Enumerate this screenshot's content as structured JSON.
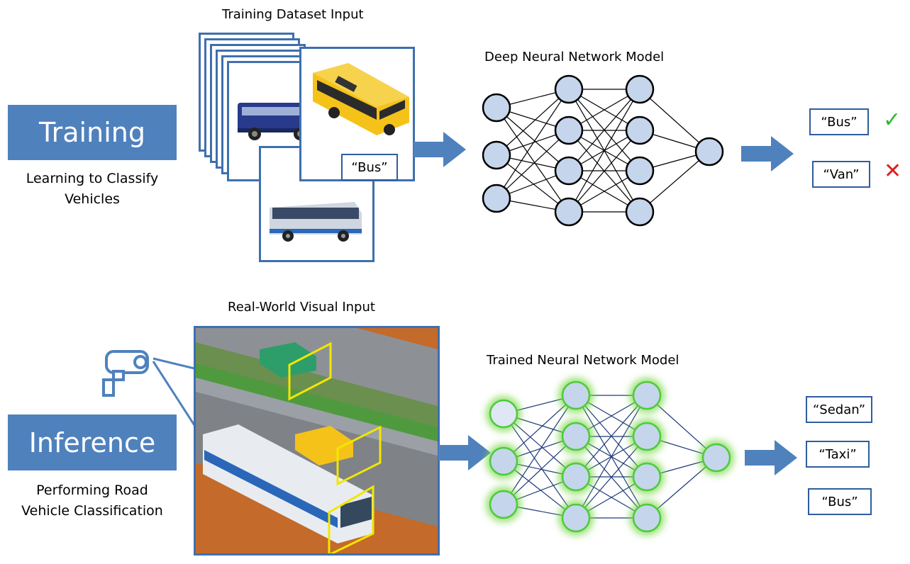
{
  "training": {
    "stage_label": "Training",
    "caption_line1": "Learning to Classify",
    "caption_line2": "Vehicles",
    "dataset_title": "Training Dataset Input",
    "card_label": "“Bus”",
    "model_title": "Deep Neural Network Model",
    "outputs": [
      {
        "label": "“Bus”",
        "mark": "✓",
        "mark_color": "#2eb82e"
      },
      {
        "label": "“Van”",
        "mark": "✕",
        "mark_color": "#e02020"
      }
    ]
  },
  "inference": {
    "stage_label": "Inference",
    "caption_line1": "Performing  Road",
    "caption_line2": "Vehicle Classification",
    "input_title": "Real-World Visual Input",
    "model_title": "Trained Neural Network Model",
    "outputs": [
      {
        "label": "“Sedan”"
      },
      {
        "label": "“Taxi”"
      },
      {
        "label": "“Bus”"
      }
    ]
  },
  "colors": {
    "accent": "#4f81bd",
    "node_fill": "#c5d5ec",
    "node_glow": "#7ad848",
    "box_border": "#2f5d9e"
  },
  "icons": {
    "camera": "security-camera-icon",
    "check": "check-icon",
    "cross": "cross-icon"
  }
}
